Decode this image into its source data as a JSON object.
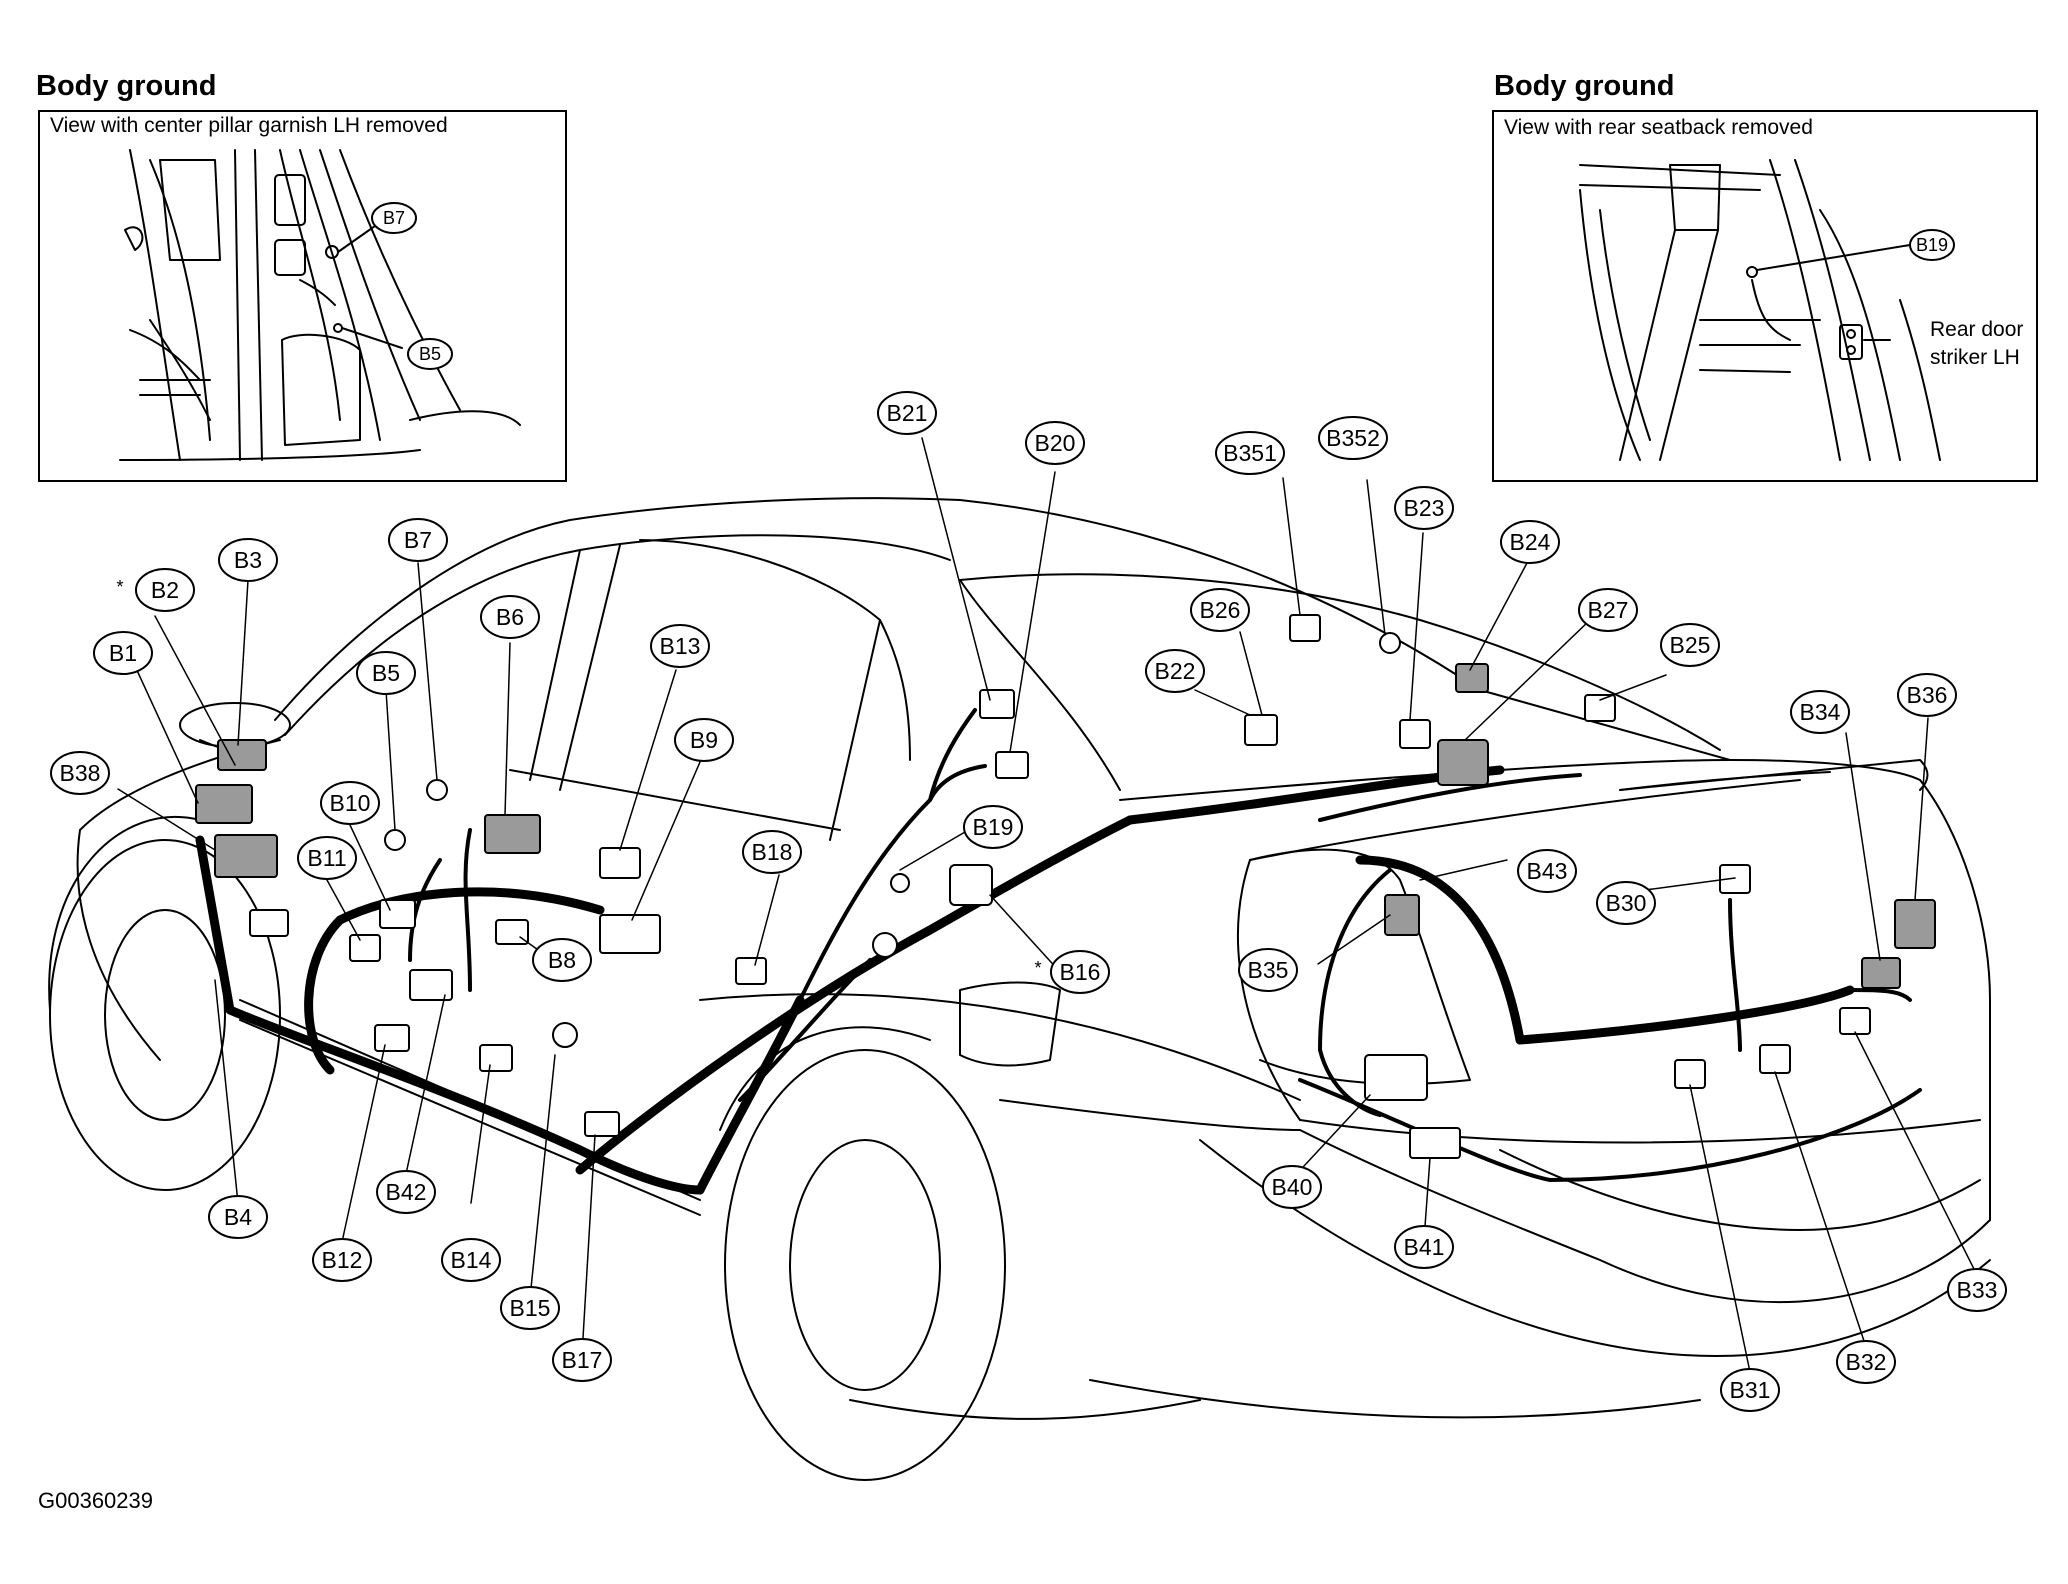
{
  "left_inset": {
    "heading": "Body ground",
    "caption": "View with center pillar garnish LH removed",
    "labels": [
      "B7",
      "B5"
    ]
  },
  "right_inset": {
    "heading": "Body ground",
    "caption": "View with rear seatback removed",
    "labels": [
      "B19"
    ],
    "callout_line1": "Rear door",
    "callout_line2": "striker LH"
  },
  "connectors": [
    "B1",
    "B2",
    "B3",
    "B4",
    "B5",
    "B6",
    "B7",
    "B8",
    "B9",
    "B10",
    "B11",
    "B12",
    "B13",
    "B14",
    "B15",
    "B16",
    "B17",
    "B18",
    "B19",
    "B20",
    "B21",
    "B22",
    "B23",
    "B24",
    "B25",
    "B26",
    "B27",
    "B30",
    "B31",
    "B32",
    "B33",
    "B34",
    "B35",
    "B36",
    "B38",
    "B40",
    "B41",
    "B42",
    "B43",
    "B351",
    "B352"
  ],
  "asterisk": "*",
  "figure_code": "G00360239",
  "colors": {
    "line": "#000000",
    "background": "#ffffff",
    "shade": "#9a9a9a"
  }
}
